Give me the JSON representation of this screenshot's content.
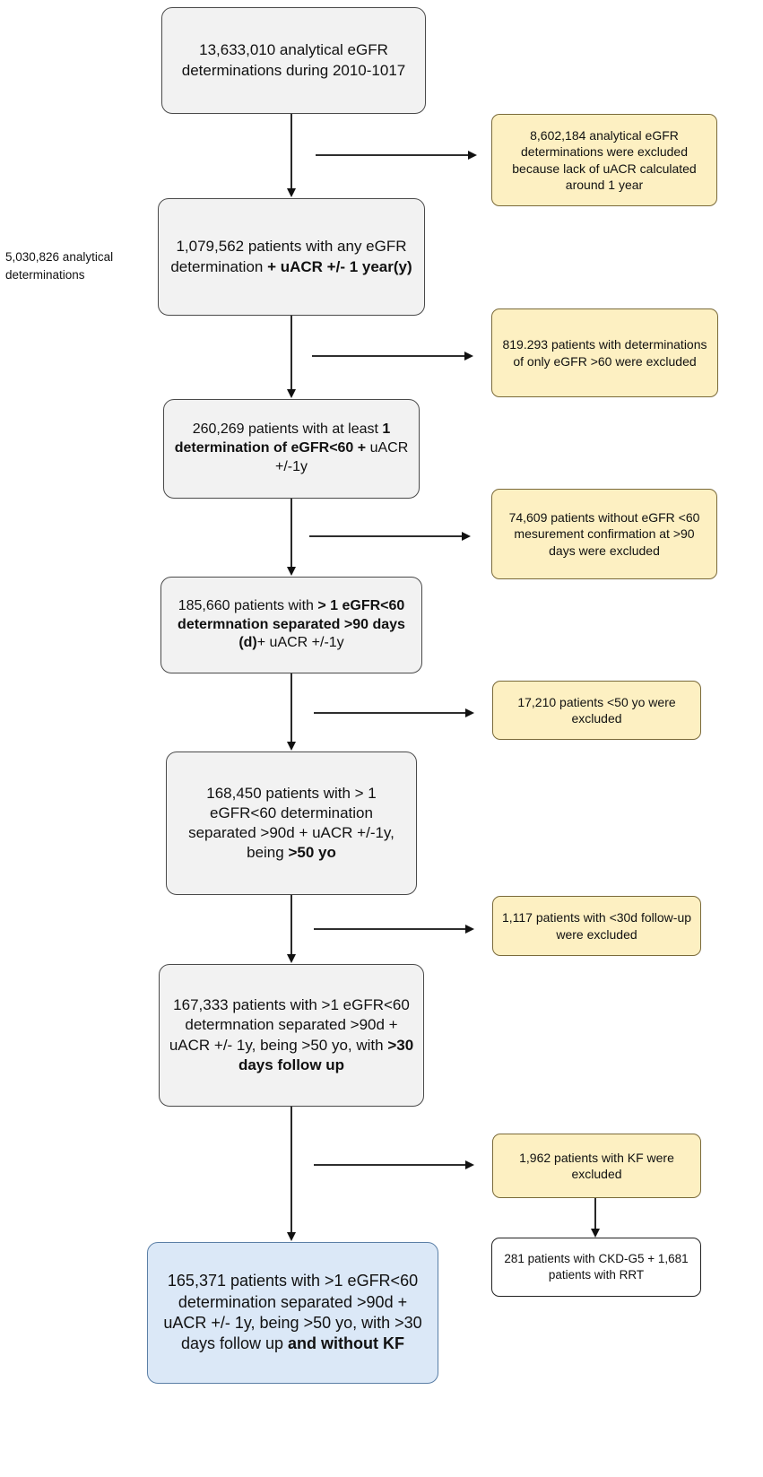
{
  "boxes": {
    "b1": {
      "text": "13,633,010 analytical eGFR determinations during 2010-1017"
    },
    "e1": {
      "text": "8,602,184 analytical eGFR determinations were excluded because lack of uACR calculated around 1 year"
    },
    "note": {
      "text": "5,030,826 analytical determinations"
    },
    "b2": {
      "pre": "1,079,562 patients with any eGFR determination ",
      "bold": "+ uACR +/- 1 year(y)"
    },
    "e2": {
      "text": "819.293 patients with determinations of only eGFR >60 were excluded"
    },
    "b3": {
      "pre": "260,269  patients with at least ",
      "bold": "1 determination of  eGFR<60 +",
      "post": " uACR +/-1y"
    },
    "e3": {
      "text": "74,609 patients without eGFR <60 mesurement confirmation at >90 days  were excluded"
    },
    "b4": {
      "pre": "185,660 patients with ",
      "bold": "> 1 eGFR<60 determnation separated >90 days (d)",
      "post": "+ uACR +/-1y"
    },
    "e4": {
      "text": "17,210 patients <50 yo were excluded"
    },
    "b5": {
      "pre": "168,450 patients with > 1 eGFR<60 determination separated >90d +  uACR +/-1y,  being  ",
      "bold": ">50 yo"
    },
    "e5": {
      "text": "1,117 patients with <30d follow-up were excluded"
    },
    "b6": {
      "pre": "167,333 patients with >1 eGFR<60 determnation separated >90d  + uACR +/- 1y,  being >50 yo, with  ",
      "bold": ">30 days follow up"
    },
    "e6": {
      "text": "1,962 patients with KF were excluded"
    },
    "s6": {
      "text": "281 patients with CKD-G5 + 1,681 patients with RRT"
    },
    "b7": {
      "pre": "165,371 patients with >1 eGFR<60 determination separated >90d + uACR +/- 1y,  being >50 yo, with >30 days follow up ",
      "bold": "and without KF"
    }
  },
  "colors": {
    "main_fill": "#f2f2f2",
    "exclusion_fill": "#fdf0c2",
    "final_fill": "#dbe8f7",
    "arrow": "#111111"
  }
}
